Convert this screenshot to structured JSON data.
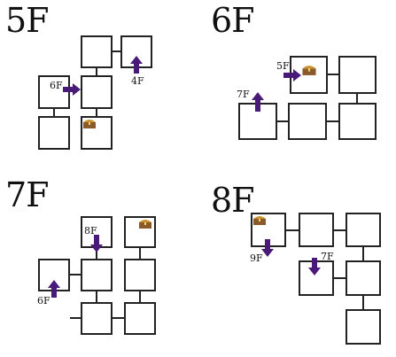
{
  "floors": [
    {
      "title": "5F",
      "labels": [
        "6F",
        "4F"
      ]
    },
    {
      "title": "6F",
      "labels": [
        "5F",
        "7F"
      ]
    },
    {
      "title": "7F",
      "labels": [
        "8F",
        "6F"
      ]
    },
    {
      "title": "8F",
      "labels": [
        "9F",
        "7F"
      ]
    }
  ],
  "colors": {
    "arrow": "#4a1a78",
    "room_border": "#222222",
    "chest_gold": "#c9922e",
    "chest_wood": "#8b5a2b"
  },
  "icons": {
    "stairs": "arrow-icon",
    "treasure": "treasure-chest-icon"
  }
}
